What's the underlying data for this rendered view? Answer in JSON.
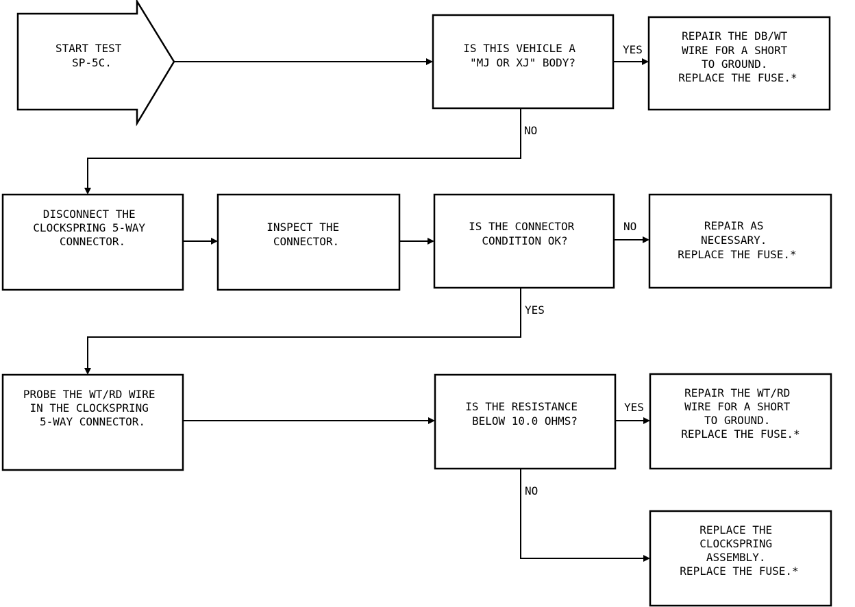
{
  "nodes": {
    "start": {
      "lines": [
        "START TEST",
        "SP-5C."
      ]
    },
    "q_body": {
      "lines": [
        "IS THIS VEHICLE A",
        "\"MJ OR XJ\" BODY?"
      ]
    },
    "repair_dbwt": {
      "lines": [
        "REPAIR THE DB/WT",
        "WIRE FOR A SHORT",
        "TO GROUND.",
        "REPLACE THE FUSE.*"
      ]
    },
    "disconnect": {
      "lines": [
        "DISCONNECT THE",
        "CLOCKSPRING 5-WAY",
        "CONNECTOR."
      ]
    },
    "inspect": {
      "lines": [
        "INSPECT THE",
        "CONNECTOR."
      ]
    },
    "q_cond": {
      "lines": [
        "IS THE CONNECTOR",
        "CONDITION OK?"
      ]
    },
    "repair_nec": {
      "lines": [
        "REPAIR AS",
        "NECESSARY.",
        "REPLACE THE FUSE.*"
      ]
    },
    "probe": {
      "lines": [
        "PROBE THE WT/RD WIRE",
        "IN THE CLOCKSPRING",
        "5-WAY CONNECTOR."
      ]
    },
    "q_res": {
      "lines": [
        "IS THE RESISTANCE",
        "BELOW 10.0 OHMS?"
      ]
    },
    "repair_wtrd": {
      "lines": [
        "REPAIR THE WT/RD",
        "WIRE FOR A SHORT",
        "TO GROUND.",
        "REPLACE THE FUSE.*"
      ]
    },
    "replace": {
      "lines": [
        "REPLACE THE",
        "CLOCKSPRING",
        "ASSEMBLY.",
        "REPLACE THE FUSE.*"
      ]
    }
  },
  "edges": {
    "body_yes": "YES",
    "body_no": "NO",
    "cond_no": "NO",
    "cond_yes": "YES",
    "res_yes": "YES",
    "res_no": "NO"
  }
}
